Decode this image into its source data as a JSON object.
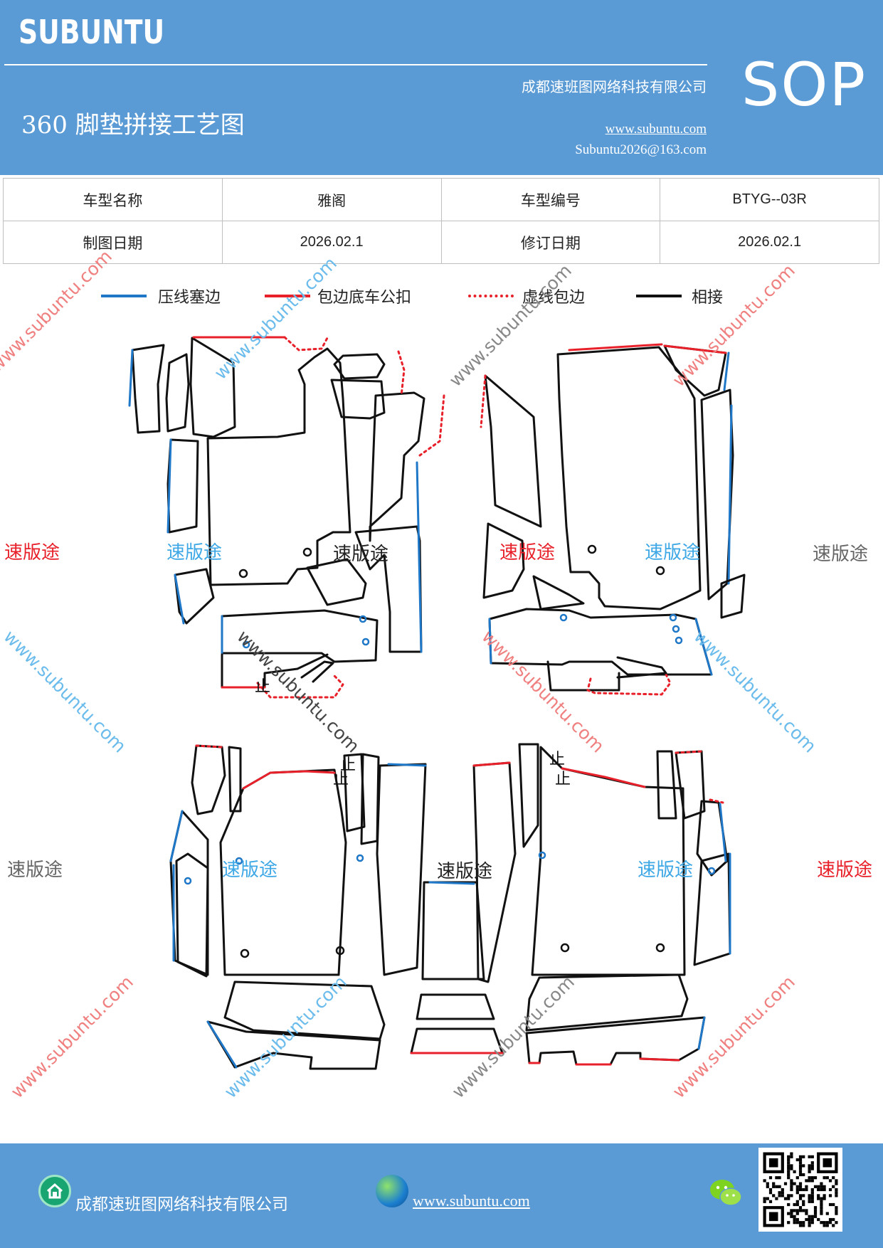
{
  "header": {
    "brand": "SUBUNTU",
    "title": "360 脚垫拼接工艺图",
    "company": "成都速班图网络科技有限公司",
    "website": "www.subuntu.com",
    "email": "Subuntu2026@163.com",
    "badge": "SOP"
  },
  "info_table": {
    "rows": [
      [
        {
          "label": "车型名称"
        },
        {
          "value": "雅阁"
        },
        {
          "label": "车型编号"
        },
        {
          "value": "BTYG--03R"
        }
      ],
      [
        {
          "label": "制图日期"
        },
        {
          "value": "2026.02.1"
        },
        {
          "label": "修订日期"
        },
        {
          "value": "2026.02.1"
        }
      ]
    ]
  },
  "legend": [
    {
      "label": "压线塞边",
      "color": "#1f77c8",
      "style": "solid"
    },
    {
      "label": "包边底车公扣",
      "color": "#e8202a",
      "style": "solid"
    },
    {
      "label": "虚线包边",
      "color": "#e8202a",
      "style": "dotted"
    },
    {
      "label": "相接",
      "color": "#111111",
      "style": "solid"
    }
  ],
  "diagram": {
    "stop_marks": [
      "止",
      "止",
      "止",
      "止",
      "止"
    ],
    "watermark_text": "速版途",
    "watermark_url": "www.subuntu.com"
  },
  "footer": {
    "company": "成都速班图网络科技有限公司",
    "website": "www.subuntu.com",
    "icons": [
      "home-icon",
      "globe-icon",
      "wechat-icon",
      "qr-code"
    ]
  },
  "colors": {
    "header_bg": "#5b9bd5",
    "blue_edge": "#1f77c8",
    "red_edge": "#e8202a",
    "black_edge": "#111111"
  }
}
